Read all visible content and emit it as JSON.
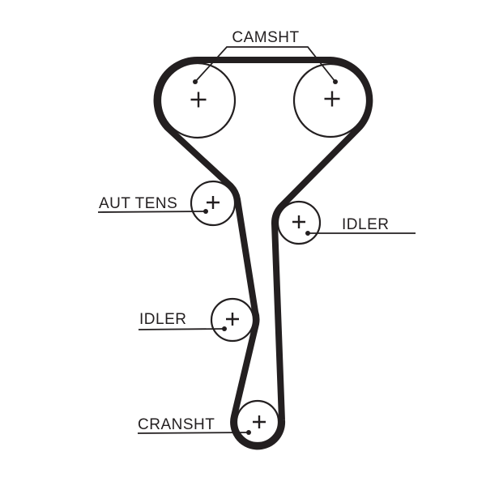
{
  "diagram": {
    "type": "timing-belt-routing-diagram",
    "labels": {
      "camshaft": "CAMSHT",
      "tensioner": "AUT TENS",
      "idler_upper": "IDLER",
      "idler_lower": "IDLER",
      "crankshaft": "CRANSHT"
    },
    "colors": {
      "ink": "#231f20",
      "background": "#ffffff"
    }
  }
}
